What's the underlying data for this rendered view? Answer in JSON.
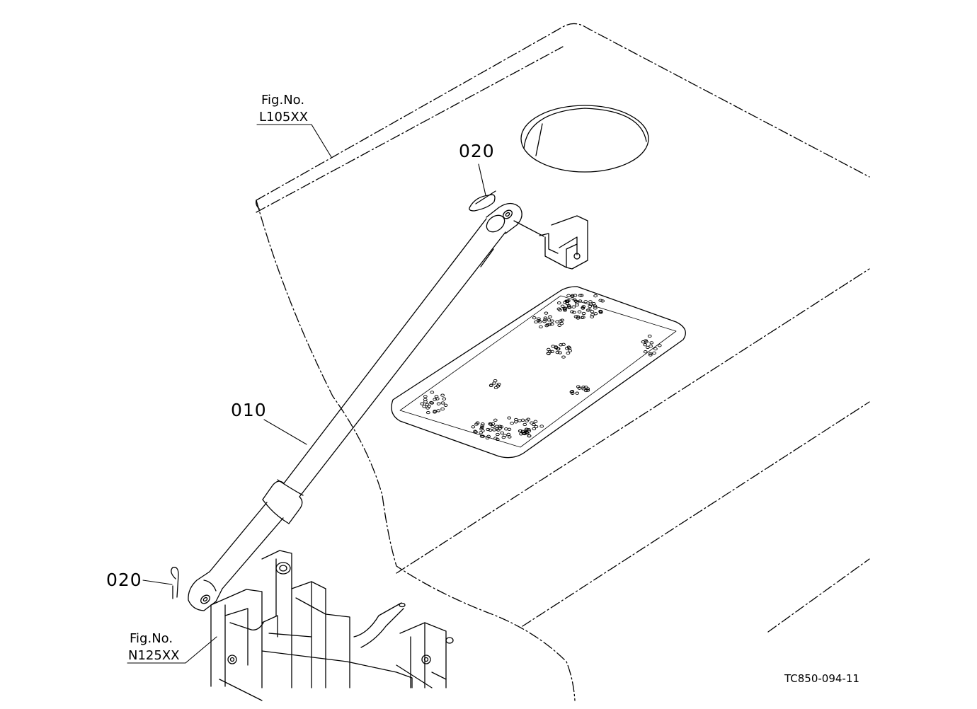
{
  "callouts": {
    "part_010": "010",
    "part_020_top": "020",
    "part_020_bottom": "020"
  },
  "figure_refs": {
    "hood": {
      "line1": "Fig.No.",
      "line2": "L105XX"
    },
    "frame": {
      "line1": "Fig.No.",
      "line2": "N125XX"
    }
  },
  "drawing_code": "TC850-094-11",
  "colors": {
    "ink": "#000000",
    "paper": "#ffffff"
  }
}
